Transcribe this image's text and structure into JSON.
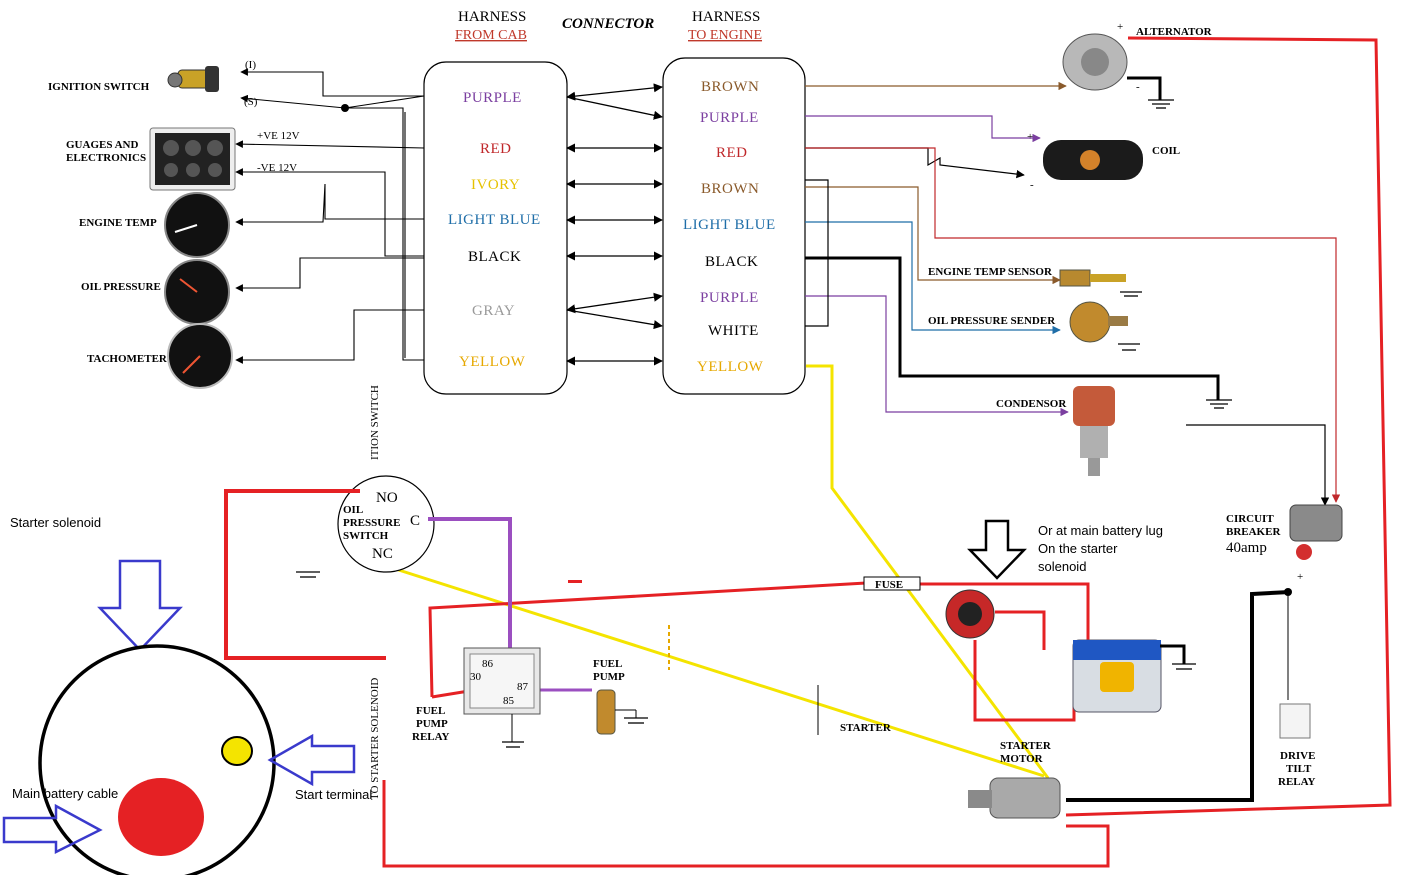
{
  "harness_cab": {
    "title": "HARNESS",
    "subtitle": "FROM CAB"
  },
  "connector_title": "CONNECTOR",
  "harness_engine": {
    "title": "HARNESS",
    "subtitle": "TO ENGINE"
  },
  "cab_wires": [
    "PURPLE",
    "RED",
    "IVORY",
    "LIGHT BLUE",
    "BLACK",
    "GRAY",
    "YELLOW"
  ],
  "engine_wires": [
    "BROWN",
    "PURPLE",
    "RED",
    "BROWN",
    "LIGHT BLUE",
    "BLACK",
    "PURPLE",
    "WHITE",
    "YELLOW"
  ],
  "cab_components": {
    "ignition": "IGNITION SWITCH",
    "ign_i": "(I)",
    "ign_s": "(S)",
    "gauges_line1": "GUAGES AND",
    "gauges_line2": "ELECTRONICS",
    "ve_pos": "+VE 12V",
    "ve_neg": "-VE 12V",
    "engine_temp": "ENGINE TEMP",
    "oil_pressure": "OIL PRESSURE",
    "tachometer": "TACHOMETER"
  },
  "engine_components": {
    "alternator": "ALTERNATOR",
    "coil": "COIL",
    "engine_temp_sensor": "ENGINE TEMP SENSOR",
    "oil_pressure_sender": "OIL PRESSURE SENDER",
    "condensor": "CONDENSOR",
    "circuit_breaker_1": "CIRCUIT",
    "circuit_breaker_2": "BREAKER",
    "circuit_breaker_rating": "40amp",
    "drive_tilt_1": "DRIVE",
    "drive_tilt_2": "TILT",
    "drive_tilt_3": "RELAY",
    "starter_motor_1": "STARTER",
    "starter_motor_2": "MOTOR",
    "starter_relay": "STARTER",
    "fuse": "FUSE",
    "plus": "+",
    "minus": "-"
  },
  "switch": {
    "oil_1": "OIL",
    "oil_2": "PRESSURE",
    "oil_3": "SWITCH",
    "no": "NO",
    "c": "C",
    "nc": "NC",
    "vertical_top": "ITION SWITCH",
    "vertical_bottom": "TO STARTER SOLENOID"
  },
  "relay": {
    "label_1": "FUEL",
    "label_2": "PUMP",
    "label_3": "RELAY",
    "pin_86": "86",
    "pin_30": "30",
    "pin_87": "87",
    "pin_85": "85",
    "pump_1": "FUEL",
    "pump_2": "PUMP"
  },
  "notes": {
    "battery_lug_1": "Or at main battery lug",
    "battery_lug_2": "On the starter",
    "battery_lug_3": "solenoid",
    "starter_solenoid": "Starter solenoid",
    "main_battery_cable": "Main battery cable",
    "start_terminal": "Start terminal"
  },
  "colors": {
    "purple": "#7b3fa0",
    "red": "#c0282b",
    "ivory": "#e6c200",
    "light_blue": "#1f6ea8",
    "gray": "#9a9a9a",
    "brown": "#8a5a2b",
    "yellow_wire": "#f4e400",
    "red_wire": "#e52124",
    "blue_arrow": "#3a3acc"
  }
}
